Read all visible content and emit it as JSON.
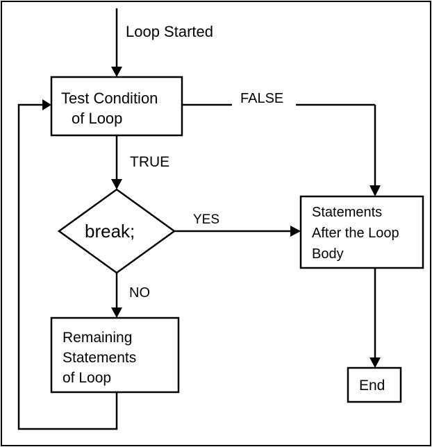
{
  "labels": {
    "start": "Loop Started",
    "test_line1": "Test Condition",
    "test_line2": "of Loop",
    "false": "FALSE",
    "true": "TRUE",
    "break": "break;",
    "yes": "YES",
    "no": "NO",
    "after_line1": "Statements",
    "after_line2": "After the Loop",
    "after_line3": "Body",
    "remaining_line1": "Remaining",
    "remaining_line2": "Statements",
    "remaining_line3": "of Loop",
    "end": "End"
  }
}
